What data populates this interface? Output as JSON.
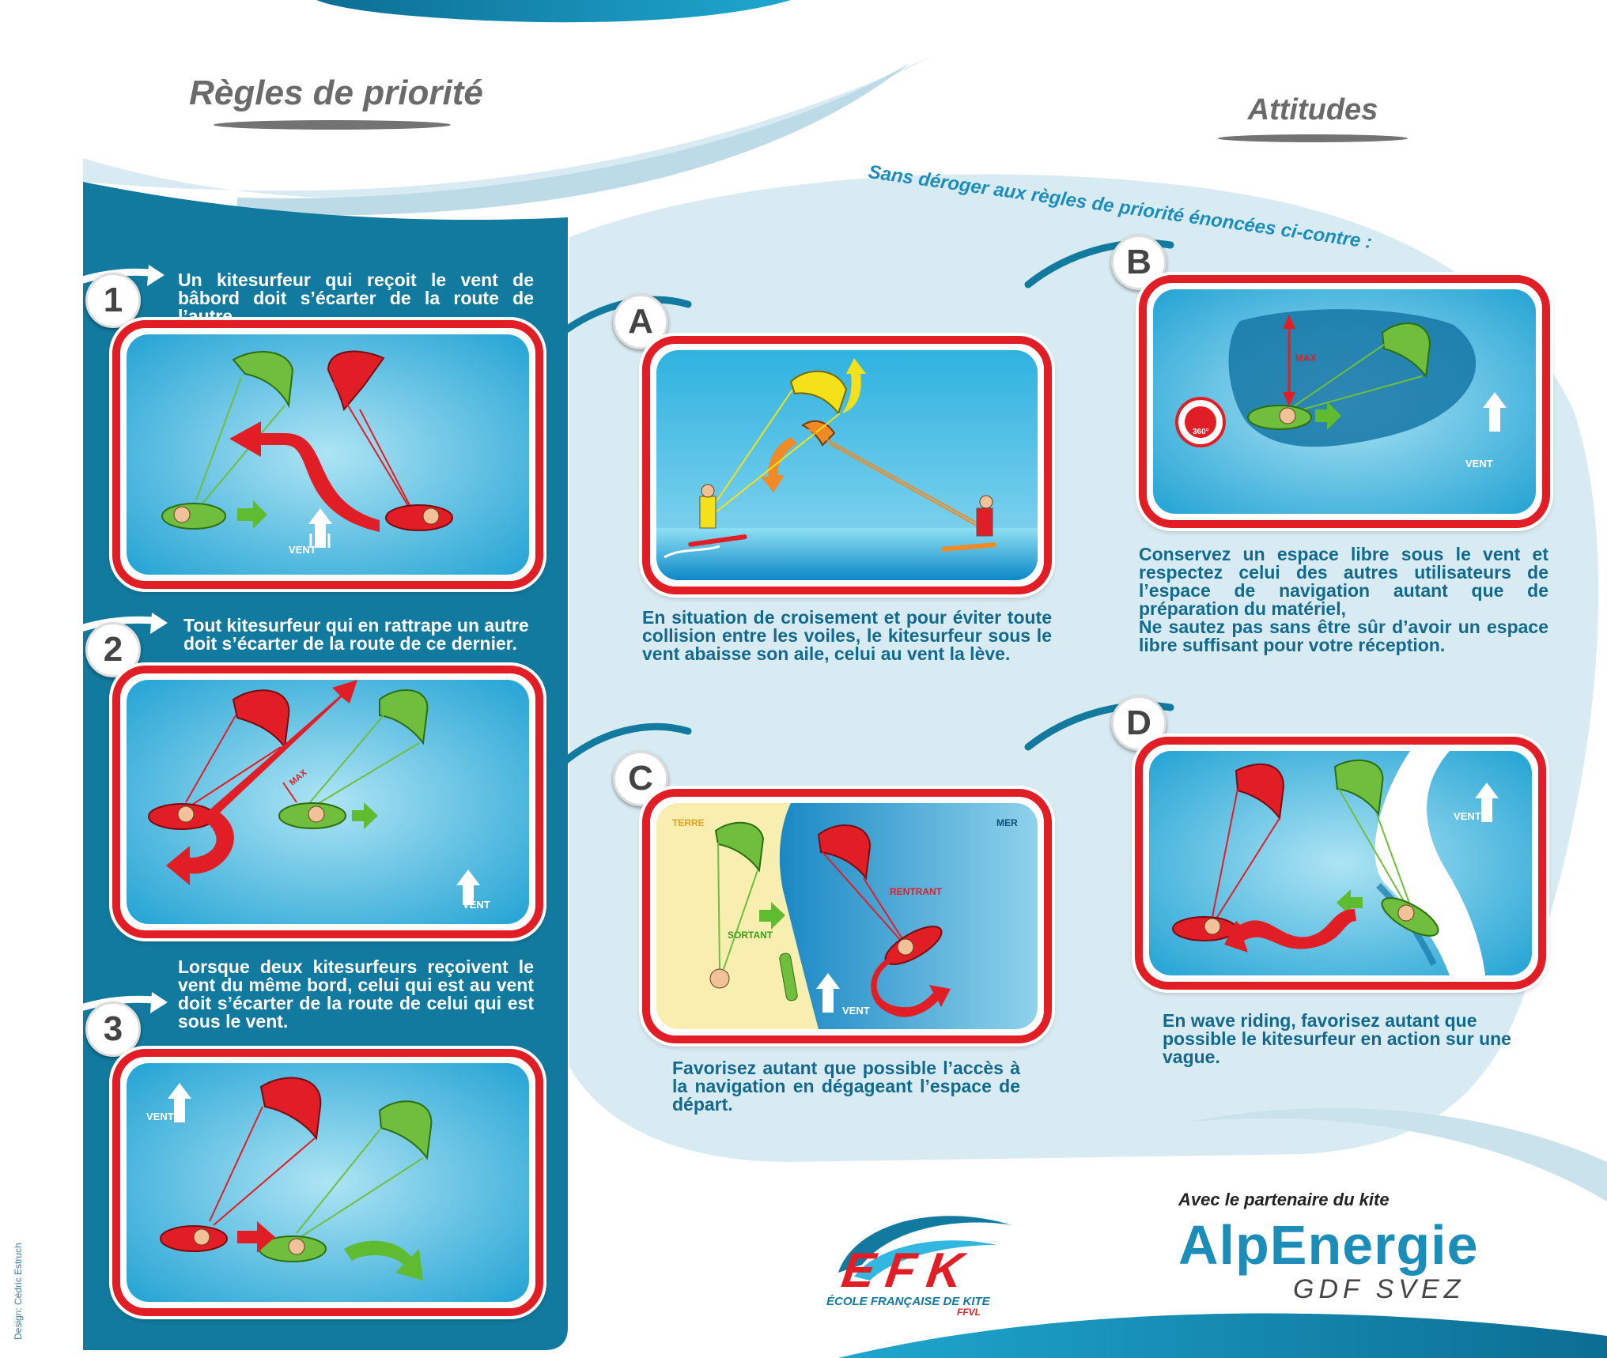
{
  "header": {
    "left_title": "Règles de priorité",
    "right_title": "Attitudes",
    "right_subtitle": "Sans déroger aux règles de priorité énoncées ci-contre :"
  },
  "rules": [
    {
      "number": "1",
      "caption": "Un kitesurfeur qui reçoit le vent de bâbord doit s’écarter de la route de l’autre.",
      "wind_label": "VENT"
    },
    {
      "number": "2",
      "caption": "Tout kitesurfeur qui en rattrape un autre doit s’écarter de la route de ce dernier.",
      "wind_label": "VENT",
      "max_label": "MAX"
    },
    {
      "number": "3",
      "caption": "Lorsque deux kitesurfeurs reçoivent le vent du même bord, celui qui est au vent doit s’écarter de la route de celui qui est sous le vent.",
      "wind_label": "VENT"
    }
  ],
  "attitudes": [
    {
      "letter": "A",
      "caption": "En situation de croisement et pour éviter toute collision entre les voiles, le kitesurfeur sous le vent abaisse son aile, celui au vent la lève."
    },
    {
      "letter": "B",
      "caption": "Conservez un espace libre sous le vent et respectez celui des autres utilisateurs de l’espace de navigation autant que de préparation du matériel,\nNe sautez pas sans être sûr d’avoir un espace libre suffisant pour votre réception.",
      "wind_label": "VENT",
      "max_label": "MAX",
      "view_label": "360°"
    },
    {
      "letter": "C",
      "caption": "Favorisez autant que possible l’accès à la navigation en dégageant l’espace de départ.",
      "land_label": "TERRE",
      "sea_label": "MER",
      "leaving_label": "SORTANT",
      "returning_label": "RENTRANT",
      "wind_label": "VENT"
    },
    {
      "letter": "D",
      "caption": "En wave riding, favorisez autant que possible le kitesurfeur en action sur une vague.",
      "wind_label": "VENT"
    }
  ],
  "footer": {
    "design_credit": "Design: Cédric Estruch",
    "efk_logo": "EFK",
    "efk_subtitle": "ÉCOLE FRANÇAISE DE KITE",
    "efk_ffvl": "FFVL",
    "partner_intro": "Avec le partenaire du kite",
    "partner_name": "AlpEnergie",
    "partner_group": "GDF SVEZ"
  },
  "colors": {
    "deep_blue": "#127a9e",
    "caption_blue": "#12698c",
    "panel_red": "#e11d26",
    "pale_blue": "#d9ebf2",
    "kite_green": "#6fbe3d",
    "kite_red": "#e11d26"
  }
}
